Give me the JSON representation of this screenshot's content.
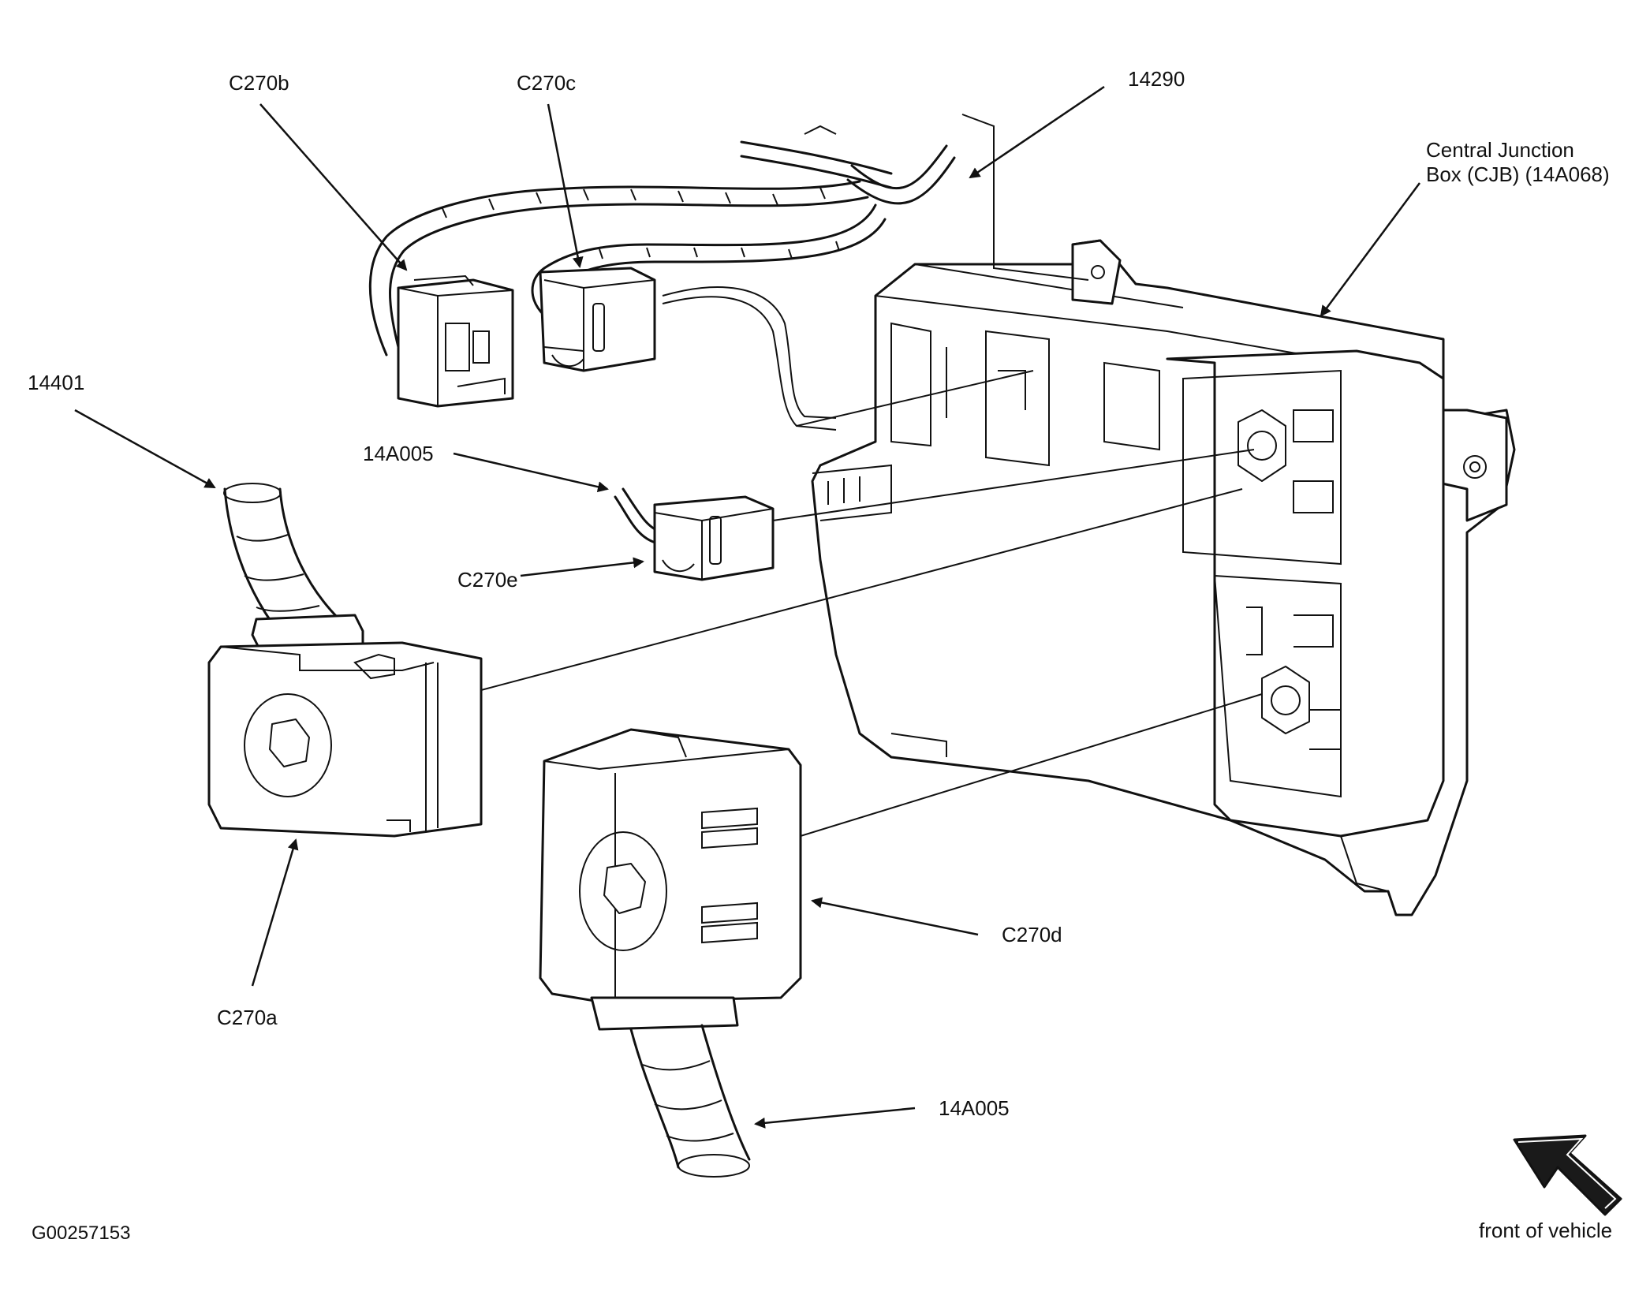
{
  "labels": {
    "c270b": "C270b",
    "c270c": "C270c",
    "n14290": "14290",
    "cjb": "Central Junction\nBox (CJB) (14A068)",
    "n14401": "14401",
    "n14a005_top": "14A005",
    "c270e": "C270e",
    "c270a": "C270a",
    "c270d": "C270d",
    "n14a005_bottom": "14A005",
    "figure_id": "G00257153",
    "front_of_vehicle": "front of vehicle"
  },
  "colors": {
    "line": "#111111",
    "background": "#ffffff"
  },
  "icons": {
    "front_arrow": "front-of-vehicle-arrow-icon"
  }
}
